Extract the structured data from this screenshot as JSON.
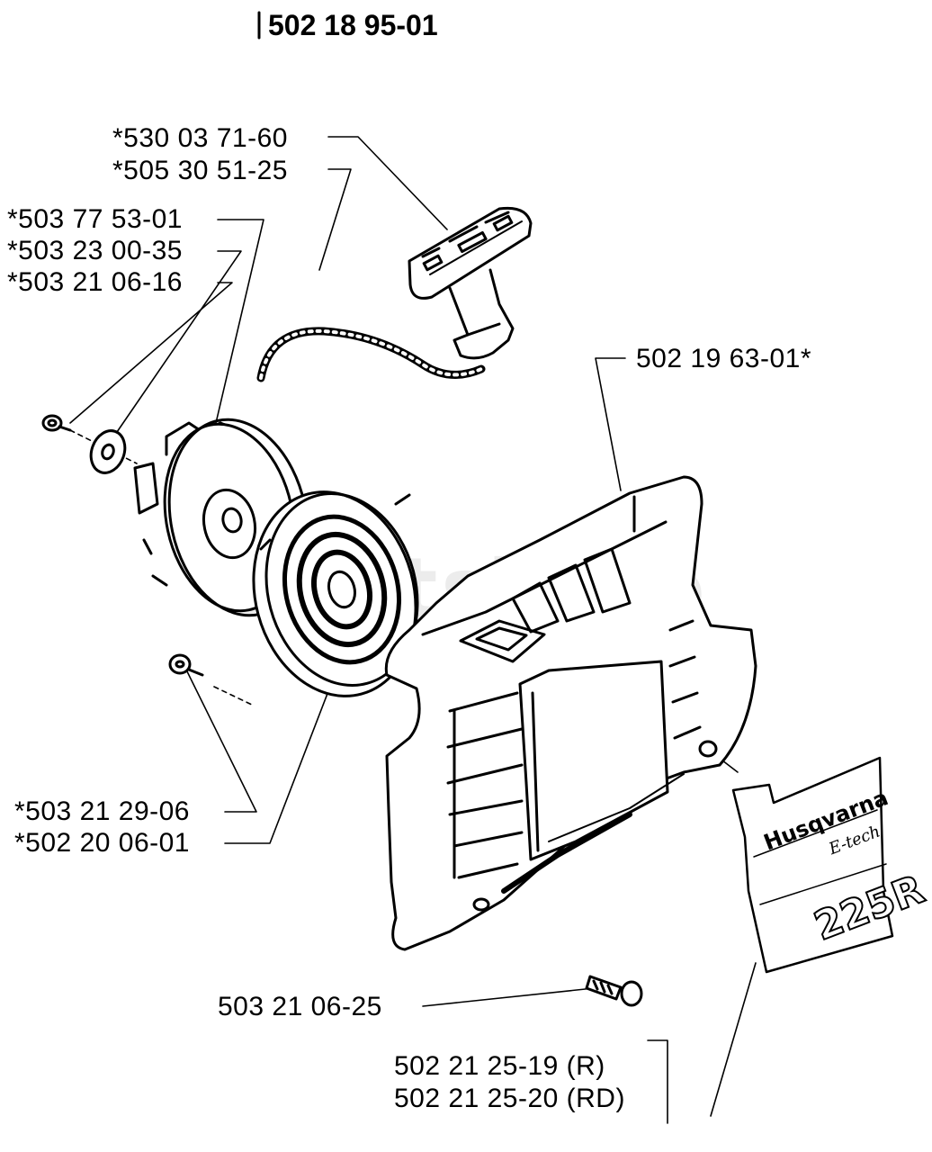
{
  "header": {
    "assembly_number": "502 18 95-01"
  },
  "watermark": "PartsTree",
  "parts": {
    "handle": "*530 03 71-60",
    "rope": "*505 30 51-25",
    "pulley": "*503 77 53-01",
    "washer": "*503 23 00-35",
    "center_screw": "*503 21 06-16",
    "starter_housing": "502 19 63-01*",
    "pawl_screw": "*503 21 29-06",
    "recoil_spring": "*502 20 06-01",
    "housing_screw": "503 21 06-25",
    "decal_r": "502 21 25-19 (R)",
    "decal_rd": "502 21 25-20 (RD)"
  },
  "decal": {
    "brand": "Husqvarna",
    "series": "E-tech",
    "model": "225R"
  }
}
